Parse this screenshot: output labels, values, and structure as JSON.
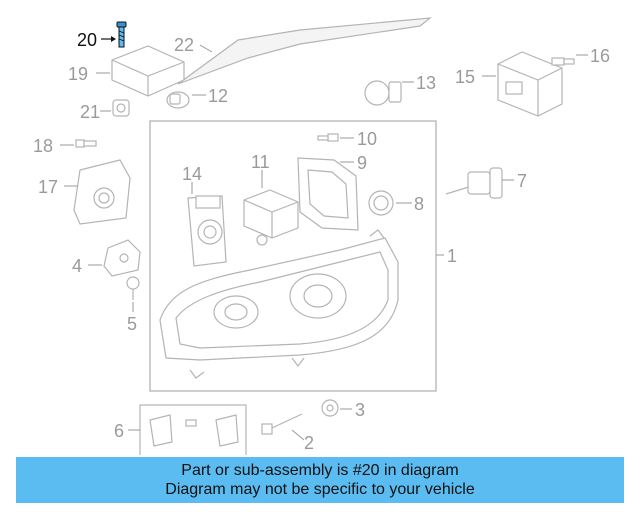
{
  "callouts": {
    "c1": "1",
    "c2": "2",
    "c3": "3",
    "c4": "4",
    "c5": "5",
    "c6": "6",
    "c7": "7",
    "c8": "8",
    "c9": "9",
    "c10": "10",
    "c11": "11",
    "c12": "12",
    "c13": "13",
    "c14": "14",
    "c15": "15",
    "c16": "16",
    "c17": "17",
    "c18": "18",
    "c19": "19",
    "c20": "20",
    "c21": "21",
    "c22": "22"
  },
  "highlighted_part": "20",
  "colors": {
    "banner": "#5bbcf2",
    "highlight": "#111111",
    "part_lines": "#b4b4b4"
  },
  "banner": {
    "line1": "Part or sub-assembly is #20 in diagram",
    "line2": "Diagram may not be specific to your vehicle"
  }
}
